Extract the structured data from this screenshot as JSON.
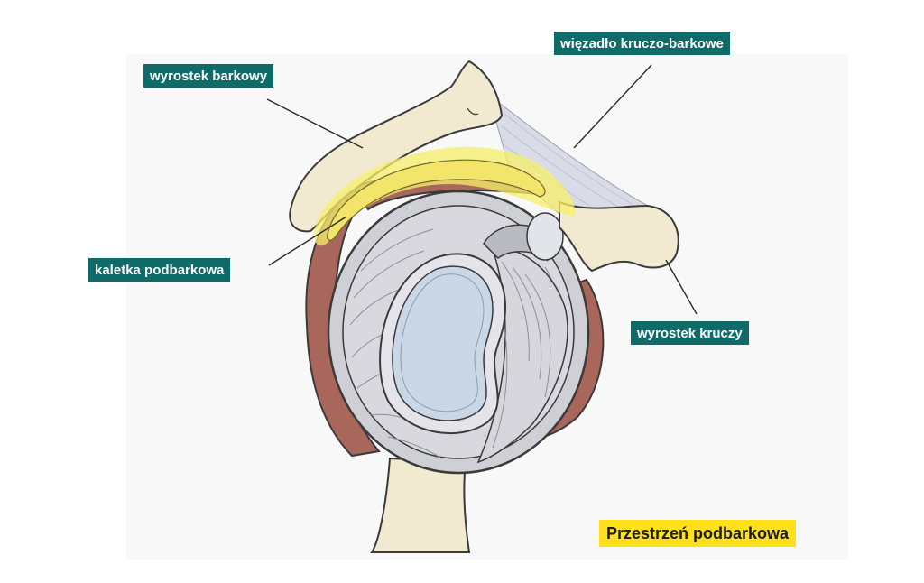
{
  "colors": {
    "label_bg": "#0e6b68",
    "label_text": "#ffffff",
    "legend_bg": "#ffe01a",
    "bone": "#f1ead0",
    "outline": "#3a3a3a",
    "muscle": "#a9675b",
    "humeral_head": "#cfcfd6",
    "glenoid": "#c9d7e6",
    "bursa_highlight": "#f4ec5e",
    "ligament": "#d9dce6"
  },
  "labels": {
    "acromion": "wyrostek barkowy",
    "coracoacromial_ligament": "więzadło kruczo-barkowe",
    "subacromial_bursa": "kaletka podbarkowa",
    "coracoid_process": "wyrostek kruczy"
  },
  "legend": {
    "subacromial_space": "Przestrzeń podbarkowa"
  }
}
